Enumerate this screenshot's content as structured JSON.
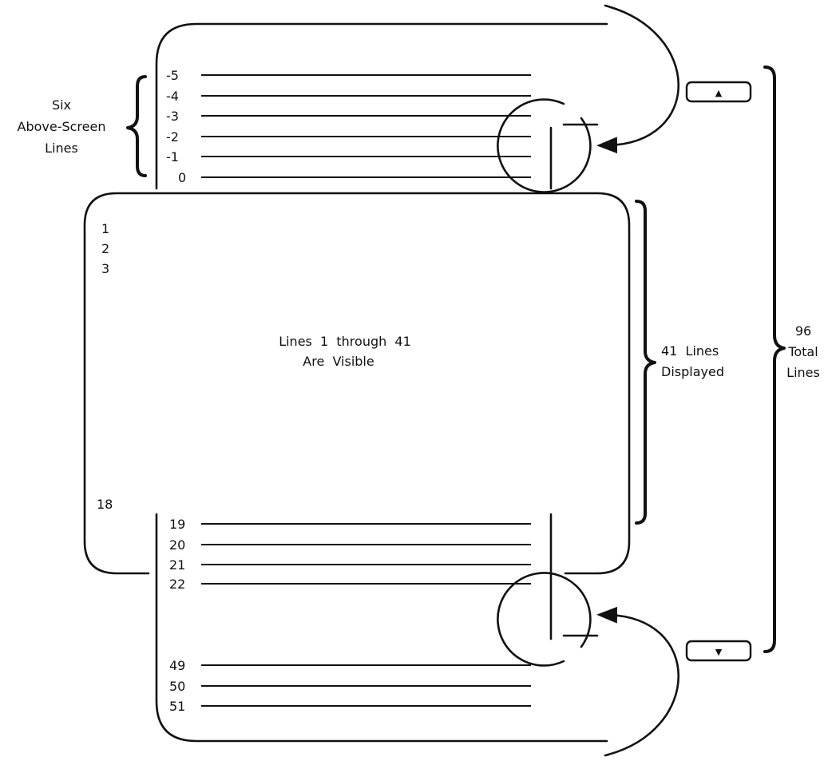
{
  "above_screen": {
    "line_numbers": [
      "-5",
      "-4",
      "-3",
      "-2",
      "-1",
      "0"
    ],
    "label": [
      "Six",
      "Above-Screen",
      "Lines"
    ]
  },
  "screen": {
    "top_line_numbers": [
      "1",
      "2",
      "3"
    ],
    "last_visible_line_number": "18",
    "center_text": [
      "Lines  1  through  41",
      "Are  Visible"
    ],
    "displayed_label": [
      "41  Lines",
      "Displayed"
    ]
  },
  "below_screen": {
    "line_numbers_a": [
      "19",
      "20",
      "21",
      "22"
    ],
    "line_numbers_b": [
      "49",
      "50",
      "51"
    ]
  },
  "total_label": [
    "96",
    "Total",
    "Lines"
  ],
  "buttons": {
    "scroll_up_glyph": "▲",
    "scroll_down_glyph": "▼"
  }
}
